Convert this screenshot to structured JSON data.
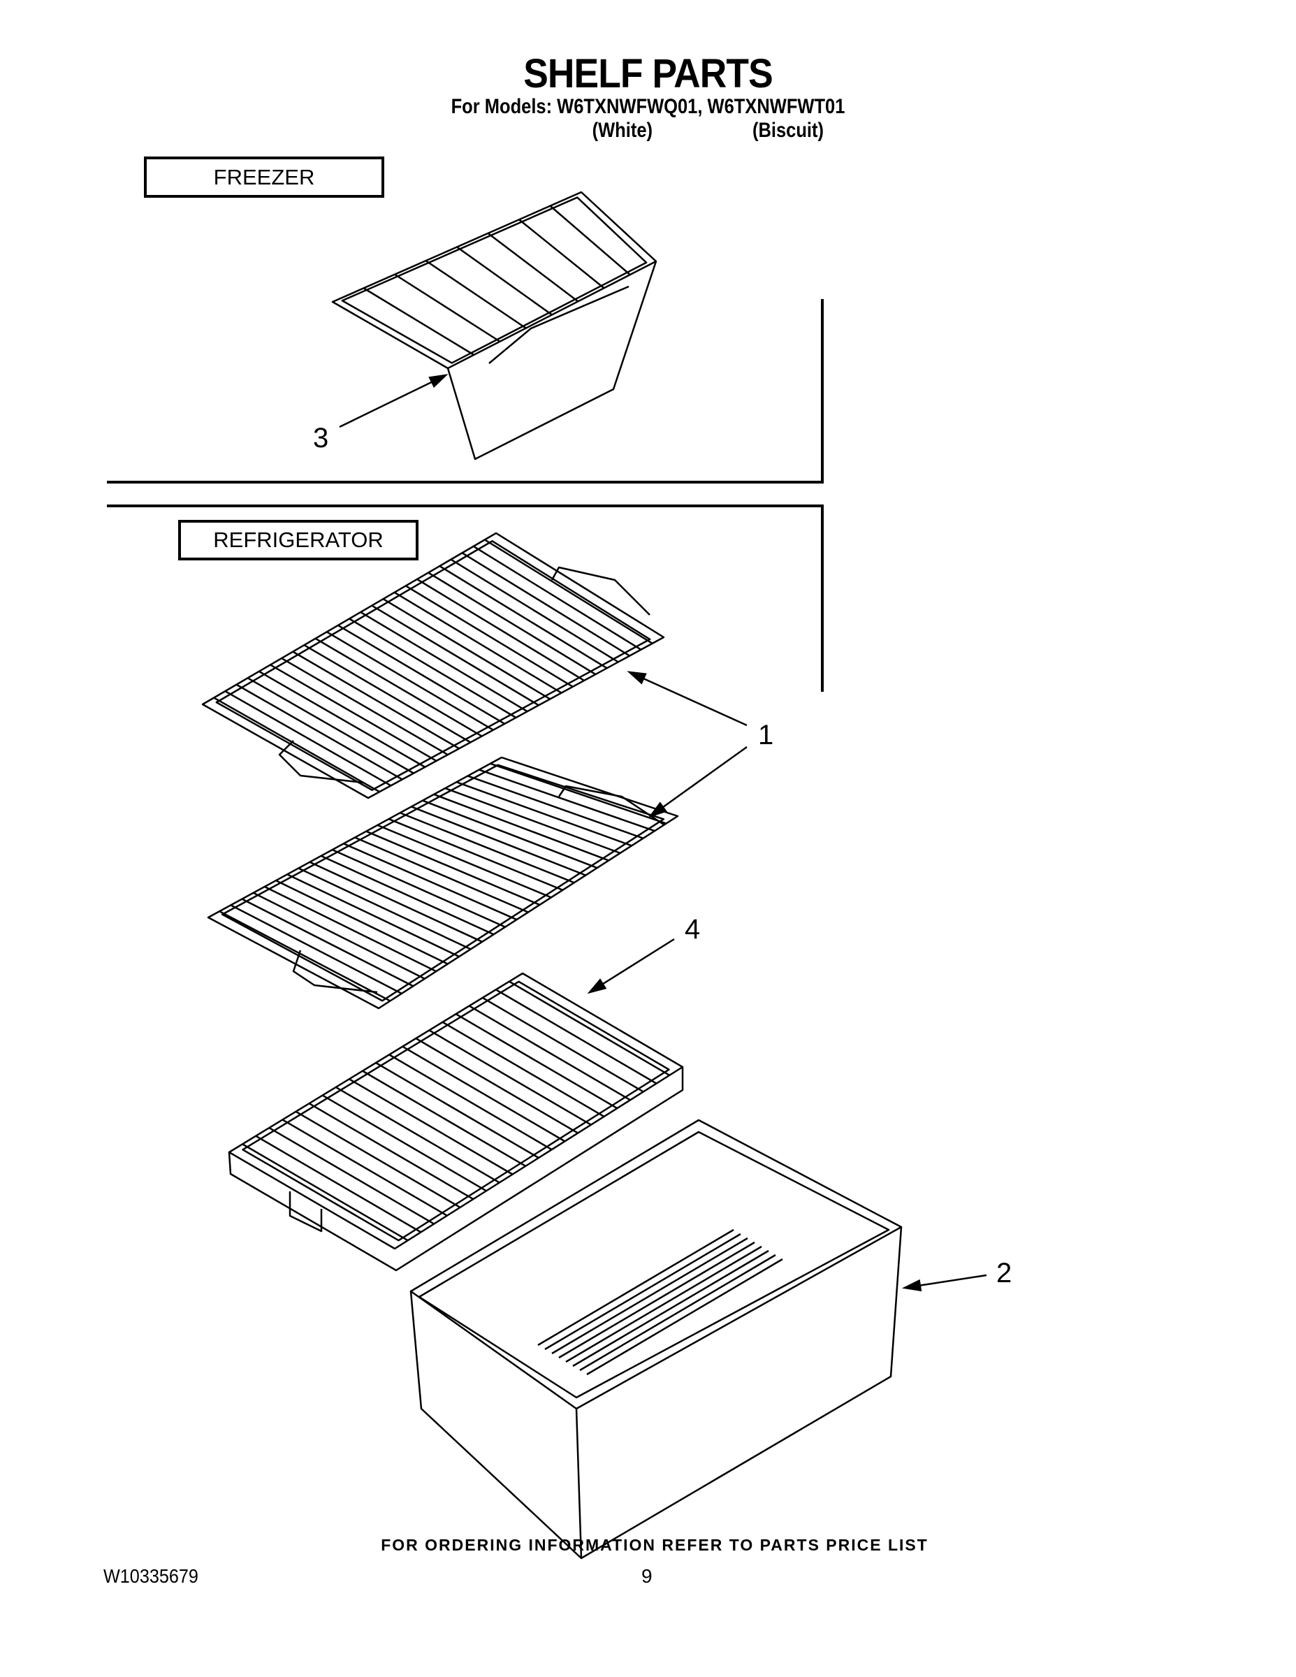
{
  "header": {
    "title": "SHELF PARTS",
    "models_line": "For Models: W6TXNWFWQ01, W6TXNWFWT01",
    "variants": [
      "(White)",
      "(Biscuit)"
    ]
  },
  "sections": {
    "freezer_label": "FREEZER",
    "refrigerator_label": "REFRIGERATOR"
  },
  "callouts": {
    "freezer_shelf": "3",
    "refrigerator_shelves": "1",
    "crisper_cover": "4",
    "crisper_drawer": "2"
  },
  "footer": {
    "ordering_note": "FOR ORDERING INFORMATION REFER TO PARTS PRICE LIST",
    "document_number": "W10335679",
    "page_number": "9"
  }
}
